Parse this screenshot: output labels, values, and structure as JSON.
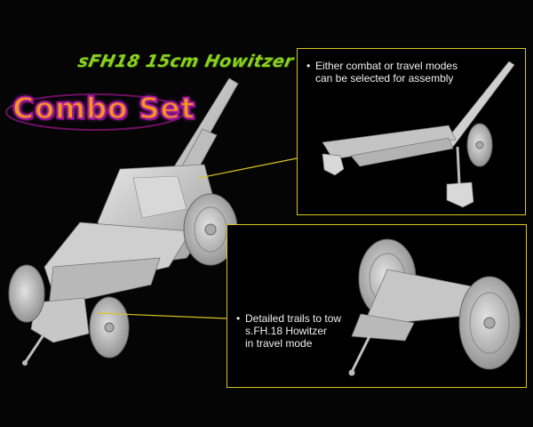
{
  "header": {
    "subtitle": "sFH18 15cm Howitzer",
    "badge": "Combo Set"
  },
  "callouts": [
    {
      "id": "combat-travel",
      "bullet": "•",
      "lines": [
        "Either combat or travel modes",
        "can be selected for assembly"
      ]
    },
    {
      "id": "trails",
      "bullet": "•",
      "lines": [
        "Detailed trails to tow",
        "s.FH.18 Howitzer",
        "in travel mode"
      ]
    }
  ],
  "colors": {
    "background": "#050505",
    "subtitle": "#8bd11f",
    "badge_fill": "#ef9a1e",
    "badge_outline": "#b0179e",
    "callout_border": "#d8c623",
    "model_gray": "#c9c9c9"
  }
}
